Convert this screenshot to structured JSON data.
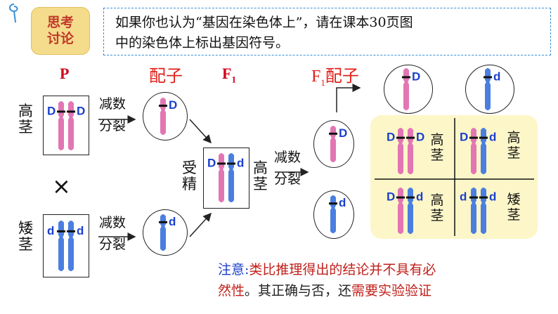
{
  "badge": {
    "line1": "思考",
    "line2": "讨论"
  },
  "prompt": {
    "line1": "如果你也认为“基因在染色体上”，请在课本30页图",
    "line2": "中的染色体上标出基因符号。"
  },
  "headers": {
    "p": "P",
    "gamete": "配子",
    "f1": "F",
    "f1_sub": "1",
    "f1_gamete_f": "F",
    "f1_gamete_sub": "1",
    "f1_gamete_label": "配子"
  },
  "parents": {
    "tall": {
      "trait": "高茎",
      "allele_left": "D",
      "allele_right": "D"
    },
    "dwarf": {
      "trait": "矮茎",
      "allele_left": "d",
      "allele_right": "d"
    },
    "cross": "×"
  },
  "meiosis": {
    "line1": "减数",
    "line2": "分裂"
  },
  "gametes": {
    "top": "D",
    "bottom": "d"
  },
  "fertilization": {
    "line1": "受",
    "line2": "精"
  },
  "f1": {
    "allele_left": "D",
    "allele_right": "d",
    "trait": "高茎"
  },
  "f1_gametes": {
    "left_top": "D",
    "left_bottom": "d",
    "top_left": "D",
    "top_right": "d"
  },
  "punnett": [
    {
      "alleles": [
        "D",
        "D"
      ],
      "trait": "高茎"
    },
    {
      "alleles": [
        "D",
        "d"
      ],
      "trait": "高茎"
    },
    {
      "alleles": [
        "D",
        "d"
      ],
      "trait": "高茎"
    },
    {
      "alleles": [
        "d",
        "d"
      ],
      "trait": "矮茎"
    }
  ],
  "note": {
    "label": "注意:",
    "text1": "类比推理得出的结论并不具有必",
    "text2": "然性",
    "text3": "。其正确与否，还",
    "text4": "需要实验验证"
  },
  "colors": {
    "pink": "#e276b3",
    "blue": "#4a7fe0",
    "label_blue": "#1a3fd0",
    "red": "#e0201b",
    "note_blue": "#1a3ec8",
    "punnett_bg": "#fdf6c8",
    "badge_bg": "#f5dc8c"
  }
}
